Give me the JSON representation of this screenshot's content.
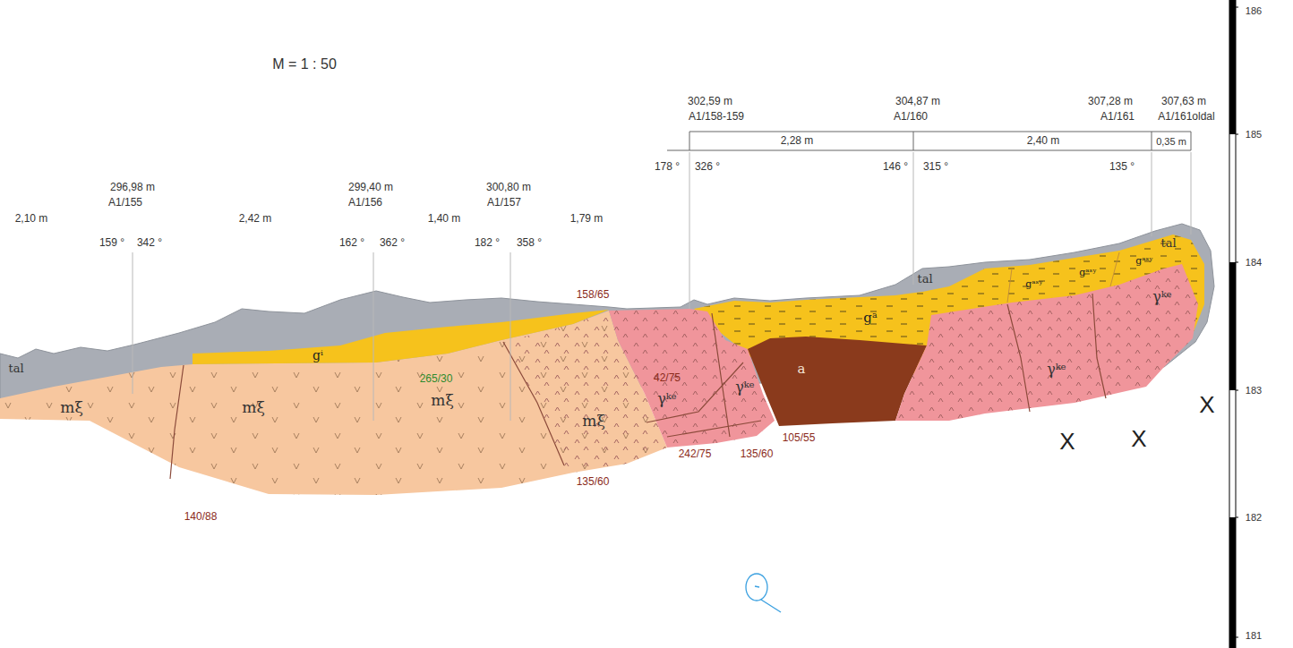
{
  "diagram": {
    "nodes": [
      {
        "text": [
          "tal",
          "tal",
          "tal"
        ]
      },
      {
        "text": [
          "mξ",
          "mξ",
          "mξ",
          "mξ"
        ]
      },
      {
        "text": [
          "gⁱ"
        ]
      },
      {
        "text": [
          "gᵃ",
          "gᵃˢʸ",
          "gᵃˢʸ",
          "gᵃˢʸ"
        ]
      },
      {
        "text": [
          "γᵏᵉ",
          "γᵏᵉ"
        ]
      },
      {
        "text": [
          "a"
        ]
      },
      {
        "text": [
          "γᵏᵉ",
          "γᵏᵉ"
        ]
      }
    ],
    "labels": [
      "M = 1 : 50",
      "302,59 m",
      "A1/158-159",
      "304,87 m",
      "A1/160",
      "307,28 m",
      "A1/161",
      "307,63 m",
      "A1/161oldal",
      "2,28 m",
      "2,40 m",
      "0,35 m",
      "178 °",
      "326 °",
      "146 °",
      "315 °",
      "135 °",
      "296,98 m",
      "A1/155",
      "299,40 m",
      "A1/156",
      "300,80 m",
      "A1/157",
      "2,10 m",
      "2,42 m",
      "1,40 m",
      "1,79 m",
      "159 °",
      "342 °",
      "162 °",
      "362 °",
      "182 °",
      "358 °",
      "158/65",
      "42/75",
      "242/75",
      "135/60",
      "105/55",
      "135/60",
      "140/88",
      "265/30",
      "X",
      "X",
      "X",
      "186",
      "185",
      "184",
      "183",
      "182",
      "181"
    ]
  }
}
